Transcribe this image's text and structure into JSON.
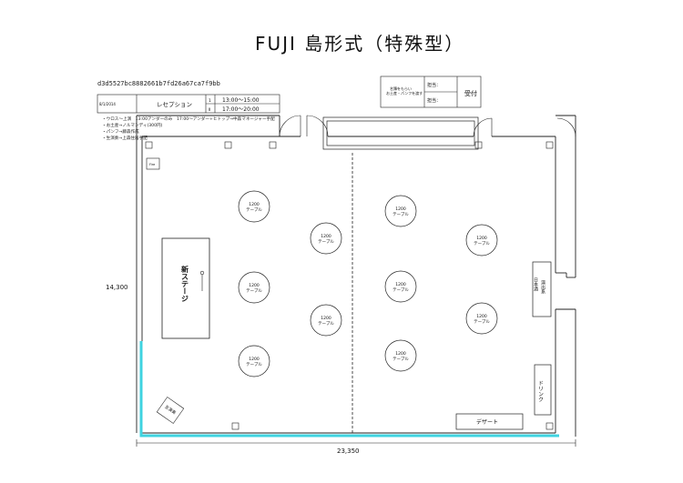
{
  "title": "FUJI 島形式（特殊型）",
  "doc_id": "d3d5527bc8882661b7fd26a67ca7f9bb",
  "schedule": {
    "date": "8/1/2014",
    "event": "レセプション",
    "rows": [
      {
        "no": "1",
        "time": "13:00〜15:00"
      },
      {
        "no": "Ⅱ",
        "time": "17:00〜20:00"
      }
    ]
  },
  "notes": [
    "・ウロス～上演　13:00アンダーのみ　17:00〜アンダー+ヒトップ→中森マネージャー手配",
    "・お土産→ノルマンディ(300円)",
    "・パンフ→藤森作成",
    "・生演奏→上森住居手配"
  ],
  "reception_box": {
    "note_line1": "名簿をもらい",
    "note_line2": "お土産・パンフを渡す",
    "field1": "担当：",
    "field2": "担当：",
    "label": "受付"
  },
  "tables": {
    "number": "1200",
    "label": "テーブル"
  },
  "stage_label": "新ステージ",
  "ensemble_label": "生演奏",
  "sake_counter_label": "日本酒",
  "rice_counter_label": "演出系",
  "drink_label": "ドリンク",
  "dessert_label": "デザート",
  "small_box_label": "Fire",
  "dimensions": {
    "height": "14,300",
    "width": "23,350"
  }
}
